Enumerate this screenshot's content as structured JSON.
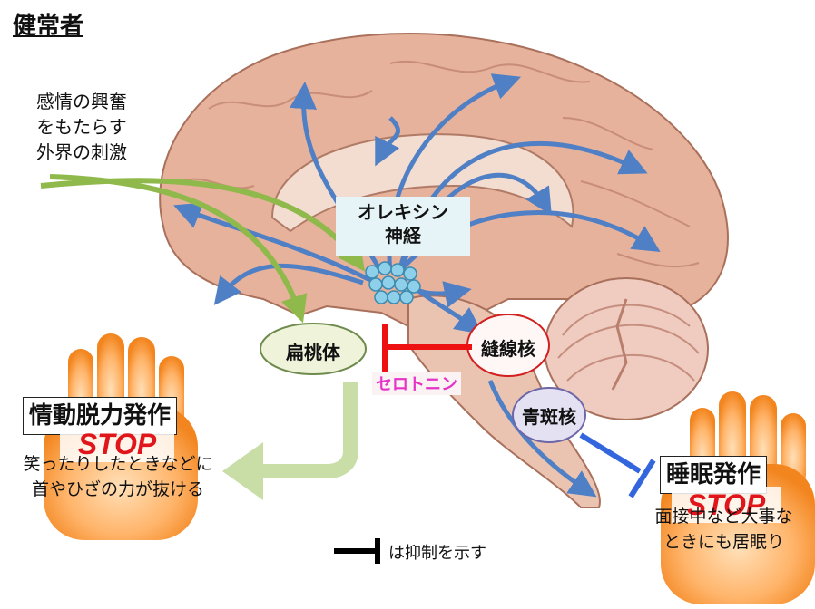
{
  "title": "健常者",
  "stimulus_label": [
    "感情の興奮",
    "をもたらす",
    "外界の刺激"
  ],
  "orexin_label": [
    "オレキシン",
    "神経"
  ],
  "nodes": {
    "amygdala": "扁桃体",
    "raphe": "縫線核",
    "locus_coeruleus": "青斑核"
  },
  "serotonin_label": "セロトニン",
  "cataplexy": {
    "title": "情動脱力発作",
    "stop": "STOP",
    "desc": [
      "笑ったりしたときなどに",
      "首やひざの力が抜ける"
    ]
  },
  "sleep_attack": {
    "title": "睡眠発作",
    "stop": "STOP",
    "desc": [
      "面接中など大事な",
      "ときにも居眠り"
    ]
  },
  "legend_text": "は抑制を示す",
  "colors": {
    "projection_arrows": "#4f7fc4",
    "stimulus_arrows": "#8fb94b",
    "inhibition_red": "#ee1111",
    "inhibition_blue": "#3366dd",
    "stop_text": "#e0161c"
  }
}
